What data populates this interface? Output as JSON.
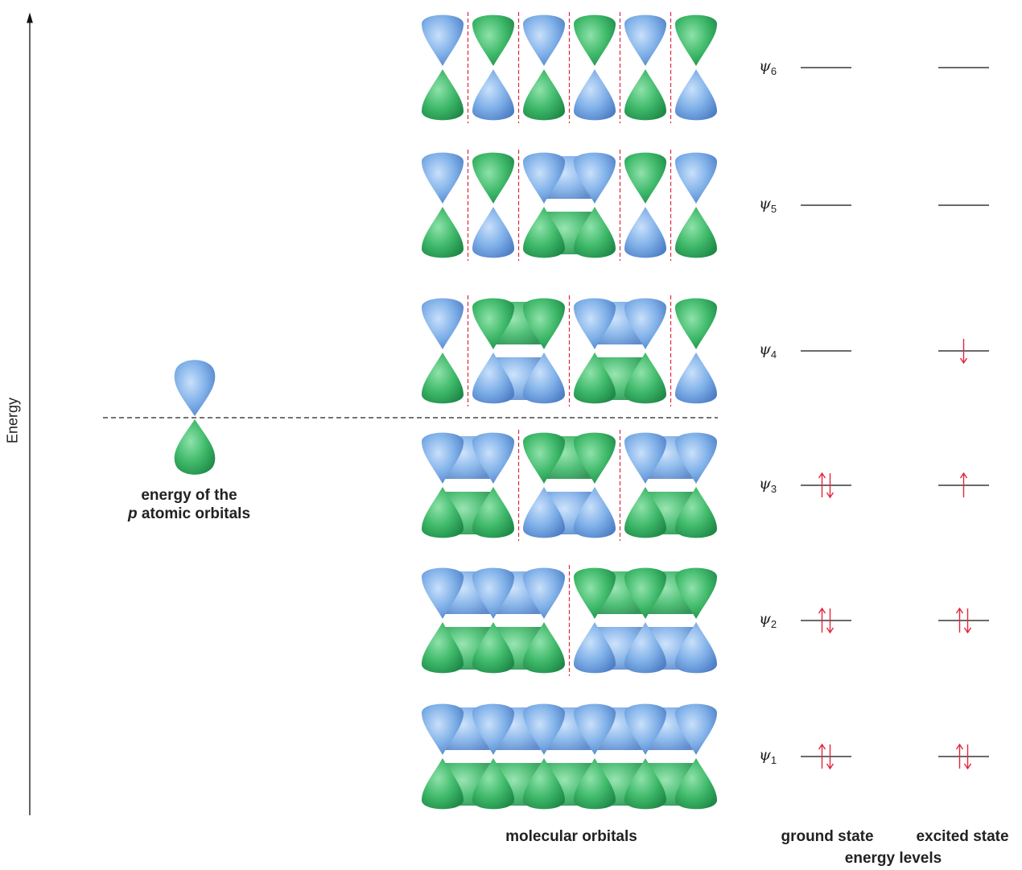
{
  "axis": {
    "label": "Energy"
  },
  "atomic": {
    "line1": "energy of the",
    "line2_italic": "p",
    "line2_rest": " atomic orbitals"
  },
  "labels": {
    "molecular_orbitals": "molecular orbitals",
    "ground_state": "ground state",
    "excited_state": "excited state",
    "energy_levels": "energy levels"
  },
  "colors": {
    "blue_lobe": "#7fb0e8",
    "green_lobe": "#3fb96a",
    "node_line": "#e3243b",
    "electron_arrow": "#e3243b",
    "level_line": "#111111"
  },
  "levels": [
    {
      "psi": "ψ",
      "index": "6",
      "lobes": [
        "BG",
        "GB",
        "BG",
        "GB",
        "BG",
        "GB"
      ],
      "ground": "none",
      "excited": "none"
    },
    {
      "psi": "ψ",
      "index": "5",
      "lobes": [
        "BG",
        "GB",
        "BG",
        "BG",
        "GB",
        "BG"
      ],
      "ground": "none",
      "excited": "none"
    },
    {
      "psi": "ψ",
      "index": "4",
      "lobes": [
        "BG",
        "GB",
        "GB",
        "BG",
        "BG",
        "GB"
      ],
      "ground": "none",
      "excited": "down"
    },
    {
      "psi": "ψ",
      "index": "3",
      "lobes": [
        "BG",
        "BG",
        "GB",
        "GB",
        "BG",
        "BG"
      ],
      "ground": "pair",
      "excited": "up"
    },
    {
      "psi": "ψ",
      "index": "2",
      "lobes": [
        "BG",
        "BG",
        "BG",
        "GB",
        "GB",
        "GB"
      ],
      "ground": "pair",
      "excited": "pair"
    },
    {
      "psi": "ψ",
      "index": "1",
      "lobes": [
        "BG",
        "BG",
        "BG",
        "BG",
        "BG",
        "BG"
      ],
      "ground": "pair",
      "excited": "pair"
    }
  ]
}
